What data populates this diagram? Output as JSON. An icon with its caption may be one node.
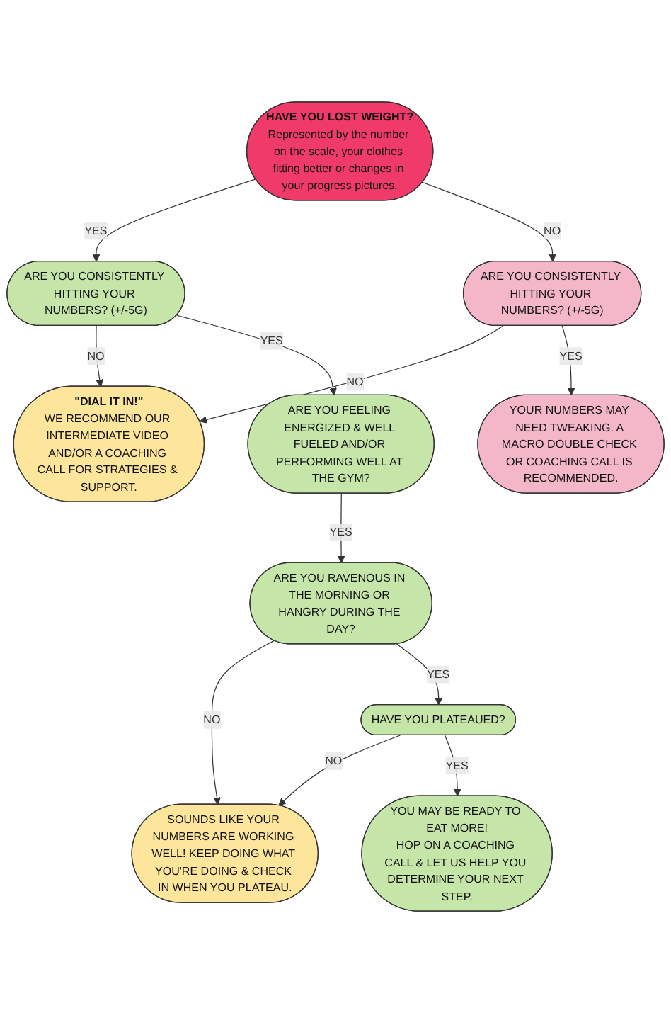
{
  "diagram": {
    "nodes": [
      {
        "text": [
          "HAVE YOU LOST WEIGHT?",
          "Represented by the number on the scale, your clothes fitting better or changes in your progress pictures."
        ]
      },
      {
        "text": [
          "ARE YOU CONSISTENTLY HITTING YOUR NUMBERS? (+/-5G)"
        ]
      },
      {
        "text": [
          "ARE YOU CONSISTENTLY HITTING YOUR NUMBERS? (+/-5G)"
        ]
      },
      {
        "text": [
          "\"DIAL IT IN!\"",
          "WE RECOMMEND OUR INTERMEDIATE VIDEO AND/OR A COACHING CALL FOR STRATEGIES & SUPPORT."
        ]
      },
      {
        "text": [
          "YOUR NUMBERS MAY NEED TWEAKING. A MACRO DOUBLE CHECK OR COACHING CALL IS RECOMMENDED."
        ]
      },
      {
        "text": [
          "ARE YOU FEELING ENERGIZED & WELL FUELED AND/OR PERFORMING WELL AT THE GYM?"
        ]
      },
      {
        "text": [
          "ARE YOU RAVENOUS IN THE MORNING OR HANGRY DURING THE DAY?"
        ]
      },
      {
        "text": [
          "SOUNDS LIKE YOUR NUMBERS ARE WORKING WELL! KEEP DOING WHAT YOU'RE DOING & CHECK IN WHEN YOU PLATEAU."
        ]
      },
      {
        "text": [
          "HAVE YOU PLATEAUED?"
        ]
      },
      {
        "text": [
          "YOU MAY BE READY TO EAT MORE!",
          "HOP ON A COACHING CALL & LET US HELP YOU DETERMINE YOUR NEXT STEP."
        ]
      }
    ],
    "edges": [
      {
        "from": 0,
        "to": 1,
        "arrow": "to",
        "label": "YES"
      },
      {
        "from": 0,
        "to": 2,
        "arrow": "to",
        "label": "NO"
      },
      {
        "from": 1,
        "to": 3,
        "arrow": "to",
        "label": "NO"
      },
      {
        "from": 2,
        "to": 3,
        "arrow": "to",
        "label": "NO"
      },
      {
        "from": 2,
        "to": 4,
        "arrow": "to",
        "label": "YES"
      },
      {
        "from": 1,
        "to": 5,
        "arrow": "to",
        "label": "YES"
      },
      {
        "from": 5,
        "to": 6,
        "arrow": "to",
        "label": "YES"
      },
      {
        "from": 6,
        "to": 7,
        "arrow": "to",
        "label": "NO"
      },
      {
        "from": 6,
        "to": 8,
        "arrow": "to",
        "label": "YES"
      },
      {
        "from": 8,
        "to": 7,
        "arrow": "to",
        "label": "NO"
      },
      {
        "from": 8,
        "to": 9,
        "arrow": "to",
        "label": "YES"
      }
    ]
  }
}
